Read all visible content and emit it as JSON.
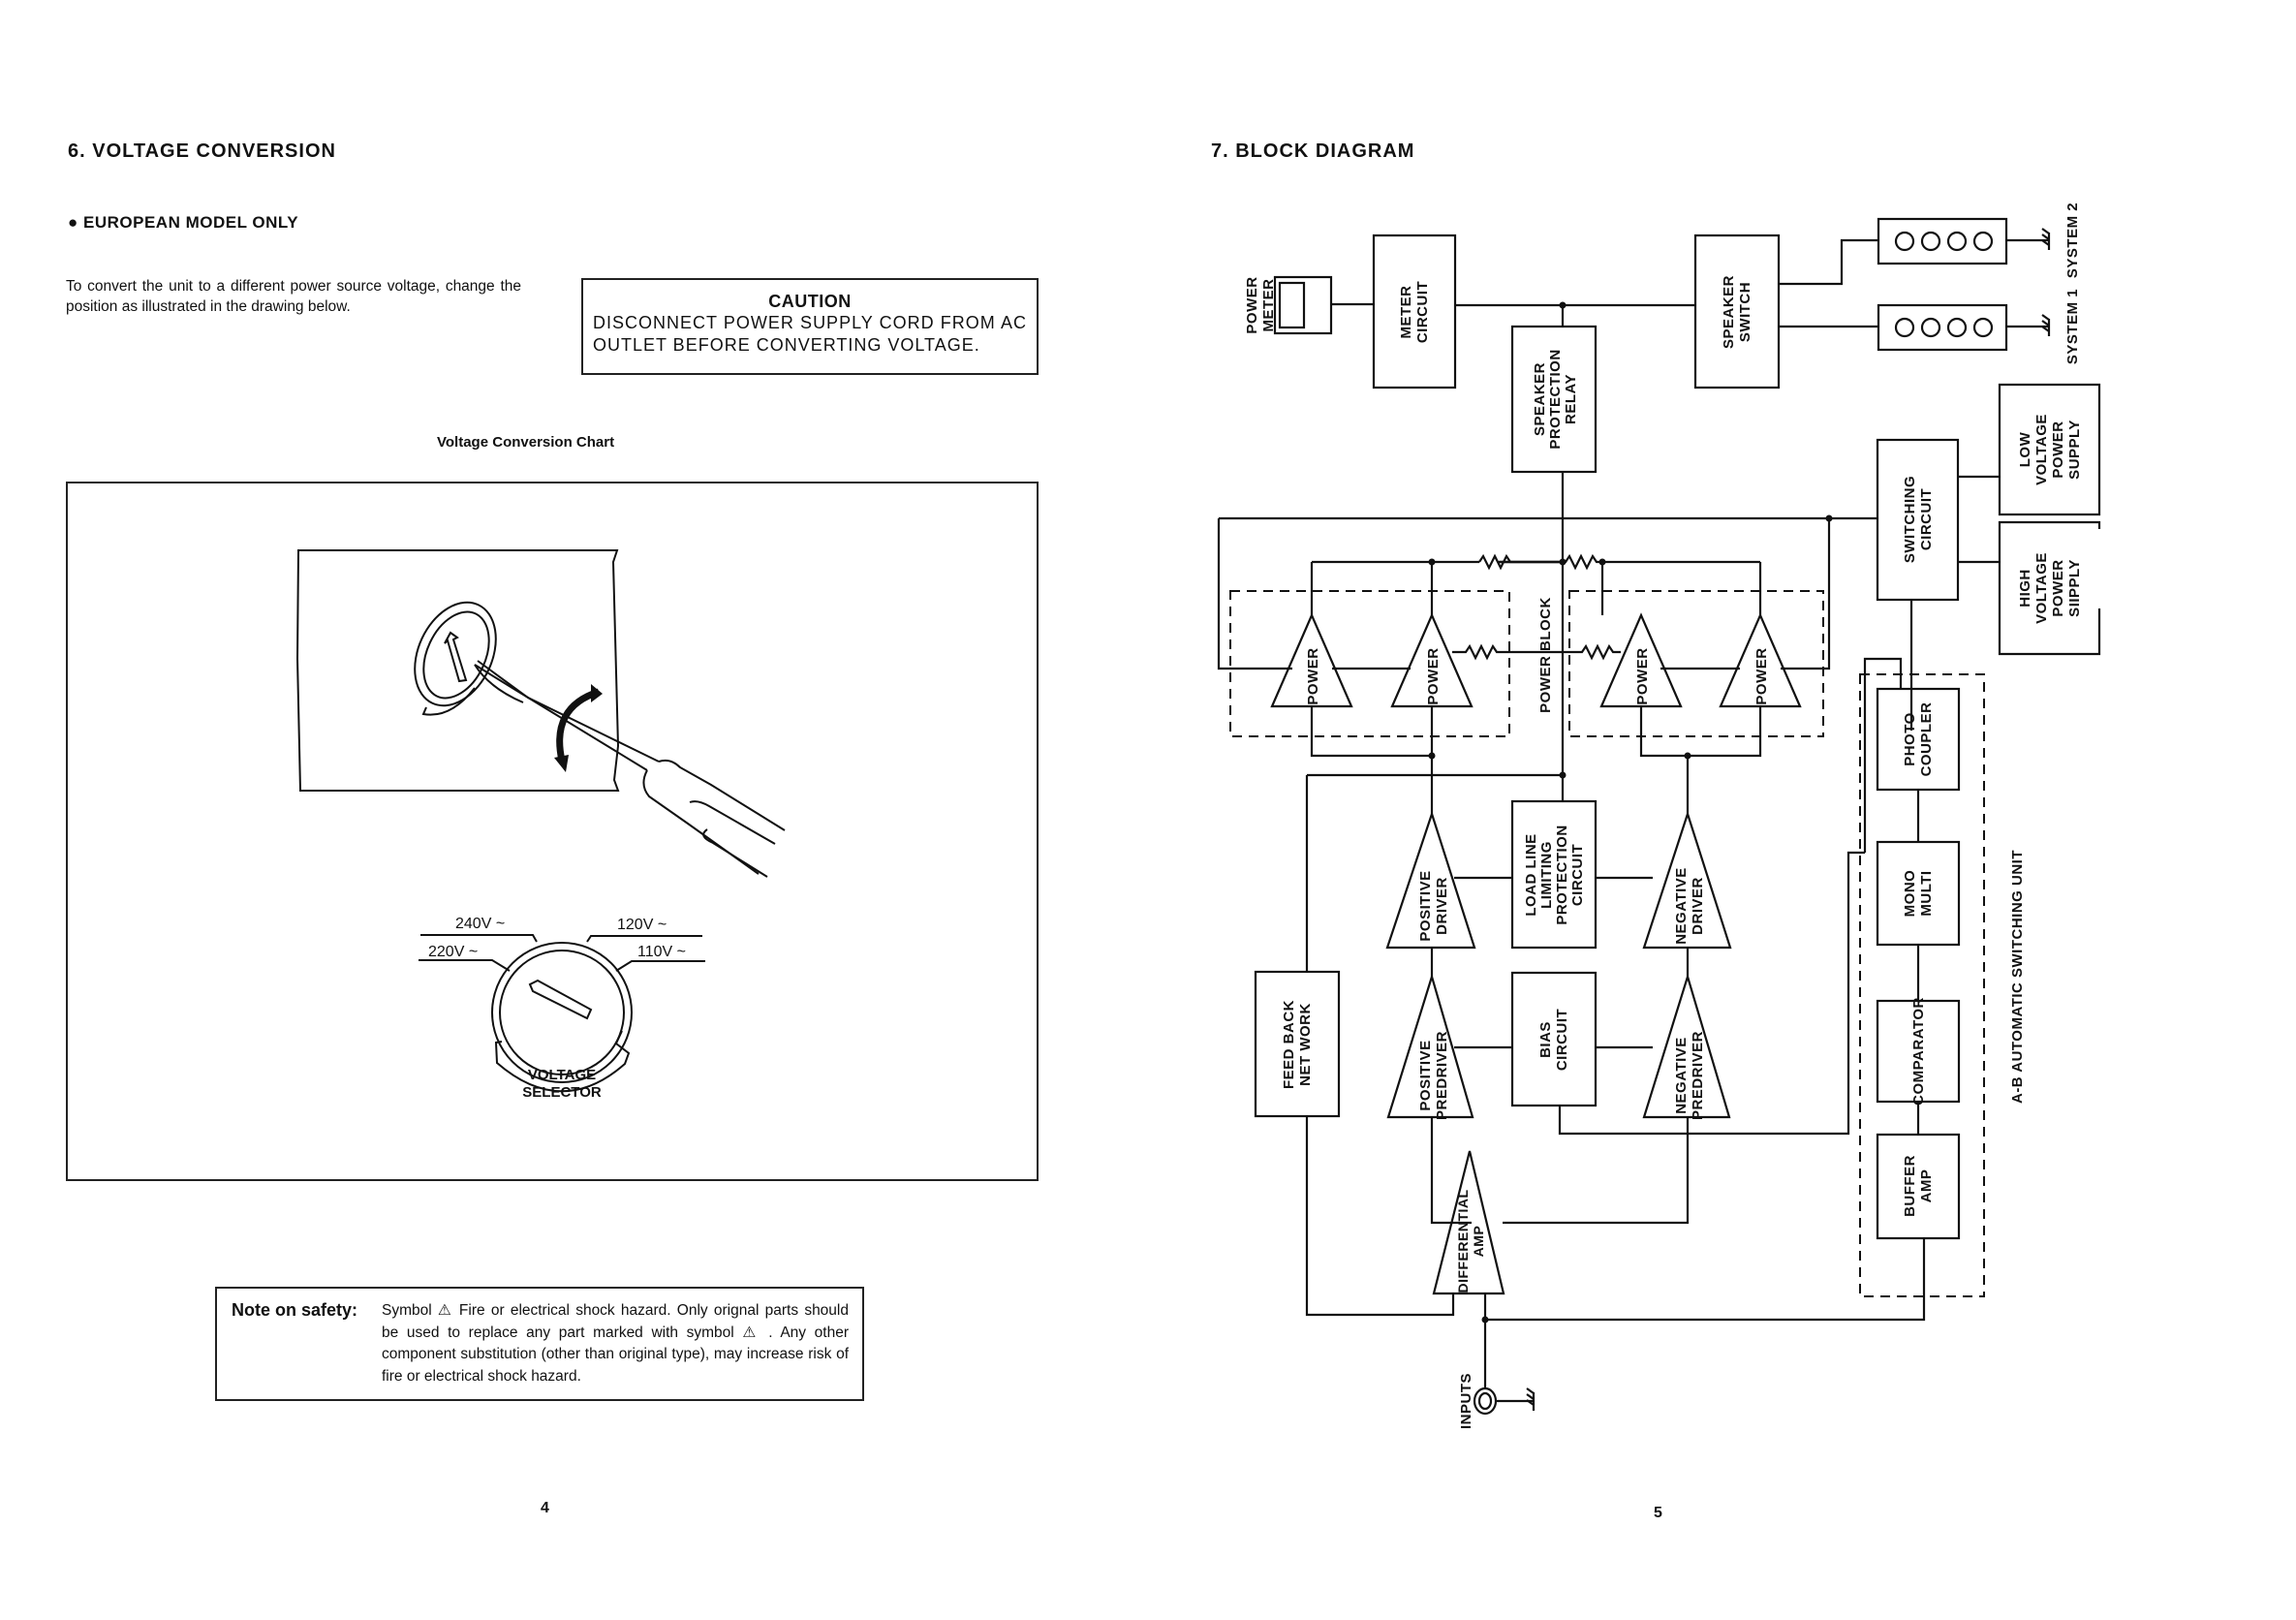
{
  "left_page": {
    "section_title": "6.  VOLTAGE CONVERSION",
    "subsection": "EUROPEAN MODEL ONLY",
    "bullet_glyph": "●",
    "instruction": "To convert the unit to a different power source voltage, change the position as illustrated in the drawing below.",
    "caution": {
      "title": "CAUTION",
      "text": "DISCONNECT POWER SUPPLY CORD FROM AC OUTLET BEFORE CONVERTING VOLTAGE."
    },
    "chart_title": "Voltage Conversion Chart",
    "selector": {
      "positions": [
        "240V ~",
        "220V ~",
        "120V ~",
        "110V ~"
      ],
      "label_line1": "VOLTAGE",
      "label_line2": "SELECTOR"
    },
    "safety": {
      "label": "Note on safety:",
      "text": "Symbol ⚠ Fire or electrical shock hazard. Only orignal parts should be used to replace any part marked with symbol ⚠ . Any other component substitution (other than original type), may increase risk of fire or electrical shock hazard."
    },
    "page_number": "4"
  },
  "right_page": {
    "section_title": "7.  BLOCK DIAGRAM",
    "blocks": {
      "power_meter": [
        "POWER",
        "METER"
      ],
      "meter_circuit": [
        "METER",
        "CIRCUIT"
      ],
      "speaker_protection_relay": [
        "SPEAKER",
        "PROTECTION",
        "RELAY"
      ],
      "speaker_switch": [
        "SPEAKER",
        "SWITCH"
      ],
      "system_2": "SYSTEM 2",
      "system_1": "SYSTEM 1",
      "switching_circuit": [
        "SWITCHING",
        "CIRCUIT"
      ],
      "low_voltage_power_supply": [
        "LOW",
        "VOLTAGE",
        "POWER",
        "SUPPLY"
      ],
      "high_voltage_power_supply": [
        "HIGH",
        "VOLTAGE",
        "POWER",
        "SIIPPLY"
      ],
      "power_amp": "POWER",
      "power_block": "POWER  BLOCK",
      "positive_driver": [
        "POSITIVE",
        "DRIVER"
      ],
      "load_line_limiting": [
        "LOAD LINE",
        "LIMITING",
        "PROTECTION",
        "CIRCUIT"
      ],
      "negative_driver": [
        "NEGATIVE",
        "DRIVER"
      ],
      "feed_back_network": [
        "FEED BACK",
        "NET WORK"
      ],
      "positive_predriver": [
        "POSITIVE",
        "PREDRIVER"
      ],
      "bias_circuit": [
        "BIAS",
        "CIRCUIT"
      ],
      "negative_predriver": [
        "NEGATIVE",
        "PREDRIVER"
      ],
      "differential_amp": [
        "DIFFERENTIAL",
        "AMP"
      ],
      "inputs": "INPUTS",
      "photo_coupler": [
        "PHOTO",
        "COUPLER"
      ],
      "mono_multi": [
        "MONO",
        "MULTI"
      ],
      "comparator": "COMPARATOR",
      "buffer_amp": [
        "BUFFER",
        "AMP"
      ],
      "ab_unit": "A-B AUTOMATIC SWITCHING UNIT"
    },
    "page_number": "5"
  }
}
